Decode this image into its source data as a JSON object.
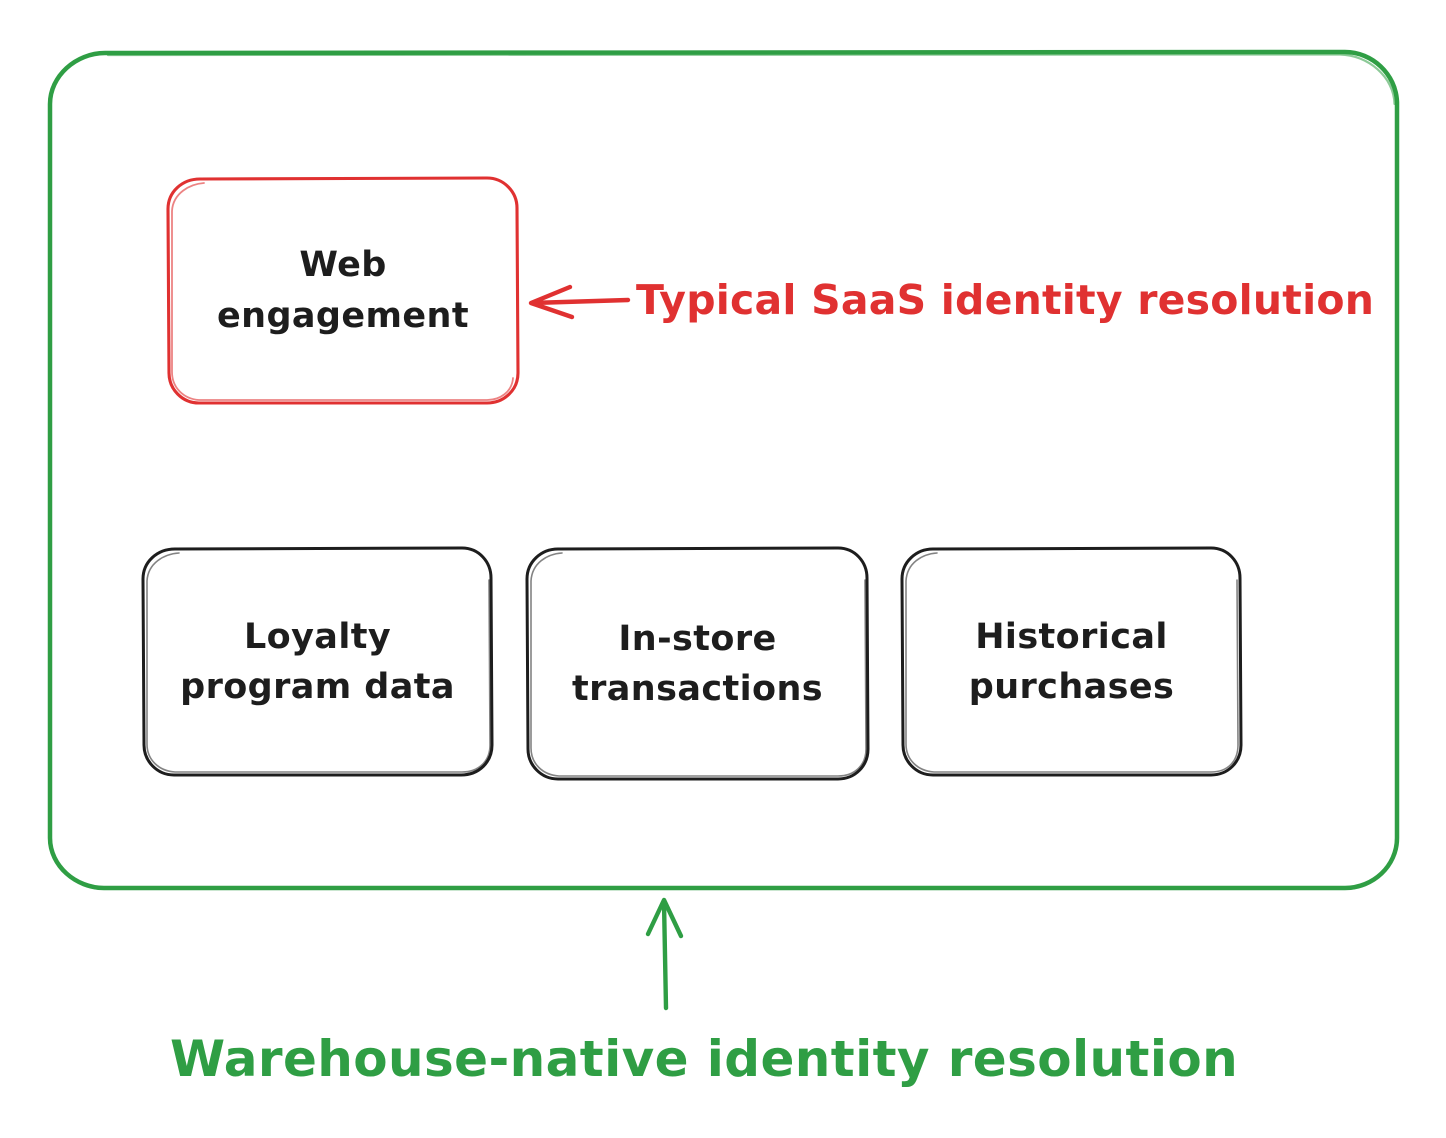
{
  "diagram": {
    "container": {
      "name": "warehouse-boundary",
      "border_color": "#2f9e44",
      "title": ""
    },
    "highlight_box": {
      "label_line1": "Web",
      "label_line2": "engagement",
      "border_color": "#e03131"
    },
    "data_boxes": [
      {
        "label_line1": "Loyalty",
        "label_line2": "program data",
        "border_color": "#1d1d1d"
      },
      {
        "label_line1": "In-store",
        "label_line2": "transactions",
        "border_color": "#1d1d1d"
      },
      {
        "label_line1": "Historical",
        "label_line2": "purchases",
        "border_color": "#1d1d1d"
      }
    ],
    "annotations": [
      {
        "id": "saas-annotation",
        "text": "Typical SaaS identity resolution",
        "color": "#e03131",
        "arrow": "left-arrow"
      },
      {
        "id": "warehouse-annotation",
        "text": "Warehouse-native identity resolution",
        "color": "#2f9e44",
        "arrow": "up-arrow"
      }
    ]
  }
}
